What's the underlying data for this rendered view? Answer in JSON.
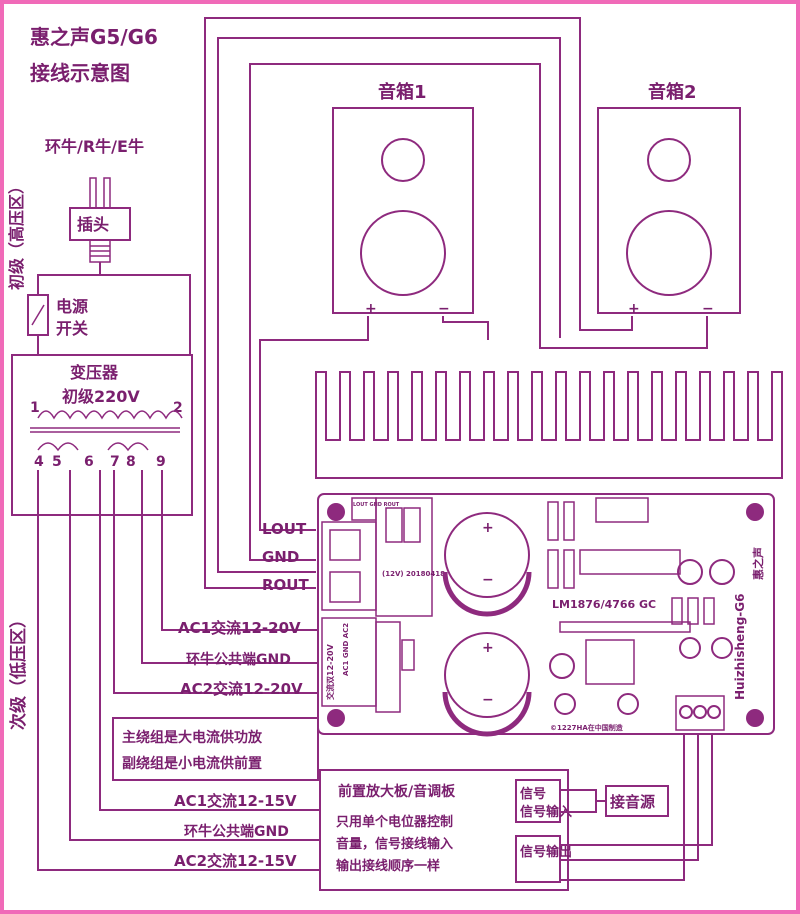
{
  "title": {
    "line1": "惠之声G5/G6",
    "line2": "接线示意图"
  },
  "transformer_types": "环牛/R牛/E牛",
  "primary_zone": "初级（高压区）",
  "secondary_zone": "次级（低压区）",
  "plug": "插头",
  "switch": {
    "line1": "电源",
    "line2": "开关"
  },
  "transformer": {
    "line1": "变压器",
    "line2": "初级220V",
    "pin_left": "1",
    "pin_right": "2",
    "pins": [
      "4",
      "5",
      "6",
      "7",
      "8",
      "9"
    ]
  },
  "speakers": [
    {
      "label": "音箱1",
      "plus": "+",
      "minus": "−"
    },
    {
      "label": "音箱2",
      "plus": "+",
      "minus": "−"
    }
  ],
  "output_labels": {
    "lout": "LOUT",
    "gnd": "GND",
    "rout": "ROUT"
  },
  "power_labels": {
    "ac1": "AC1交流12-20V",
    "gnd": "环牛公共端GND",
    "ac2": "AC2交流12-20V"
  },
  "note": {
    "line1": "主绕组是大电流供功放",
    "line2": "副绕组是小电流供前置"
  },
  "pre_labels": {
    "ac1": "AC1交流12-15V",
    "gnd": "环牛公共端GND",
    "ac2": "AC2交流12-15V"
  },
  "preamp": {
    "title": "前置放大板/音调板",
    "line1": "只用单个电位器控制",
    "line2": "音量，信号接线输入",
    "line3": "输出接线顺序一样",
    "in": "信号输入",
    "out": "信号输出"
  },
  "source": "接音源",
  "board": {
    "chip": "LM1876/4766 GC",
    "brand": "Huizhisheng-G6",
    "brand_cn": "惠之声",
    "lout_header": "LOUT GND ROUT",
    "date": "(12V) 20180418",
    "ac_block": "交流双12-20V",
    "ac_pins": "AC1 GND AC2",
    "footer": "©1227HA在中国制造",
    "cap_plus": "+",
    "cap_minus": "−"
  },
  "colors": {
    "wire": "#8e2a7e",
    "text": "#7a1f6e",
    "border": "#f06ab8"
  }
}
